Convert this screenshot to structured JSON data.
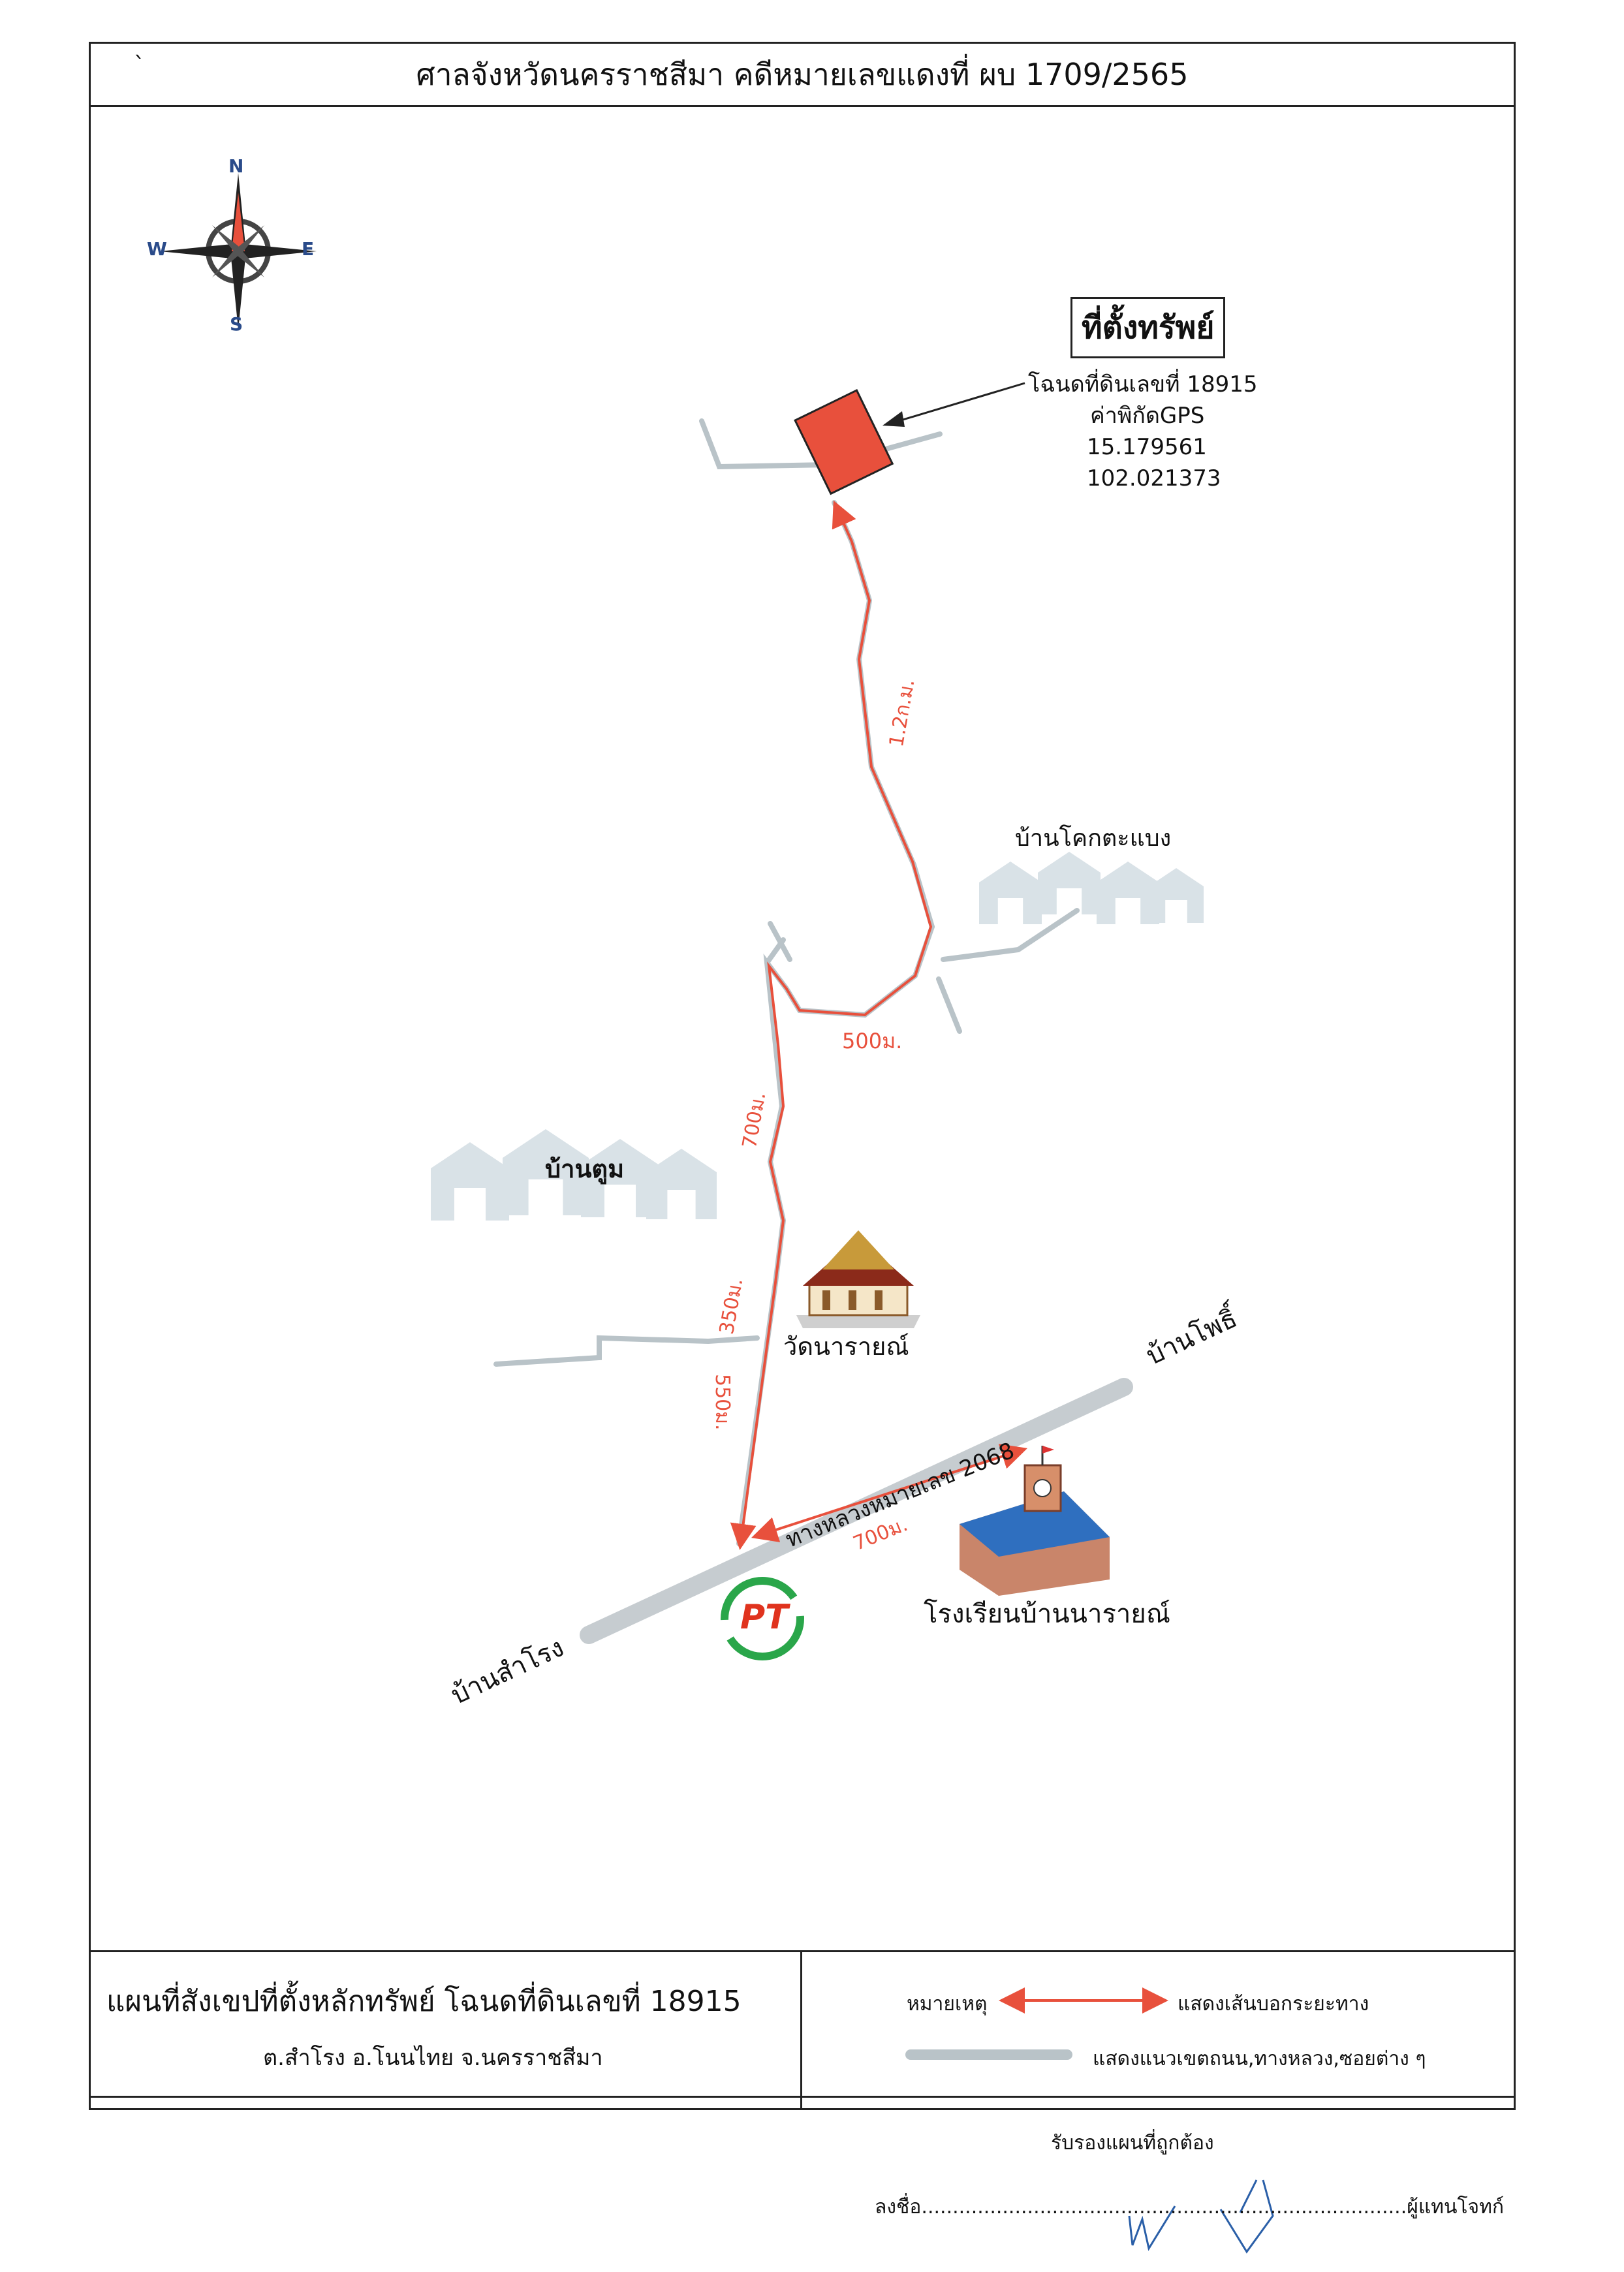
{
  "header": {
    "title": "ศาลจังหวัดนครราชสีมา คดีหมายเลขแดงที่ ผบ 1709/2565",
    "tick_mark": "`"
  },
  "compass": {
    "n": "N",
    "s": "S",
    "e": "E",
    "w": "W"
  },
  "property": {
    "box_title": "ที่ตั้งทรัพย์",
    "deed": "โฉนดที่ดินเลขที่ 18915",
    "gps_label": "ค่าพิกัดGPS",
    "lat": "15.179561",
    "lon": "102.021373",
    "marker_color": "#e8503c"
  },
  "places": {
    "ban_khok": "บ้านโคกตะแบง",
    "ban_tum": "บ้านตูม",
    "wat": "วัดนารายณ์",
    "ban_pho": "บ้านโพธิ์",
    "ban_samrong": "บ้านสำโรง",
    "school": "โรงเรียนบ้านนารายณ์"
  },
  "distances": {
    "d1": "1.2ก.ม.",
    "d2": "500ม.",
    "d3": "700ม.",
    "d4": "350ม.",
    "d5": "550ม.",
    "d6": "700ม."
  },
  "highway_label": "ทางหลวงหมายเลข 2068",
  "pt_logo": "PT",
  "footer": {
    "title": "แผนที่สังเขปที่ตั้งหลักทรัพย์ โฉนดที่ดินเลขที่ 18915",
    "location": "ต.สำโรง   อ.โนนไทย   จ.นครราชสีมา",
    "legend_label": "หมายเหตุ",
    "legend_arrow": "แสดงเส้นบอกระยะทาง",
    "legend_road": "แสดงแนวเขตถนน,ทางหลวง,ซอยต่าง ๆ"
  },
  "signature": {
    "certify": "รับรองแผนที่ถูกต้อง",
    "sign_prefix": "ลงชื่อ",
    "dots": "..............................................................................",
    "sign_suffix": "ผู้แทนโจทก์"
  },
  "colors": {
    "route": "#e8503c",
    "road": "#b9c3c8",
    "highway": "#c6ccd0",
    "ghost_house": "#d3dde3"
  }
}
